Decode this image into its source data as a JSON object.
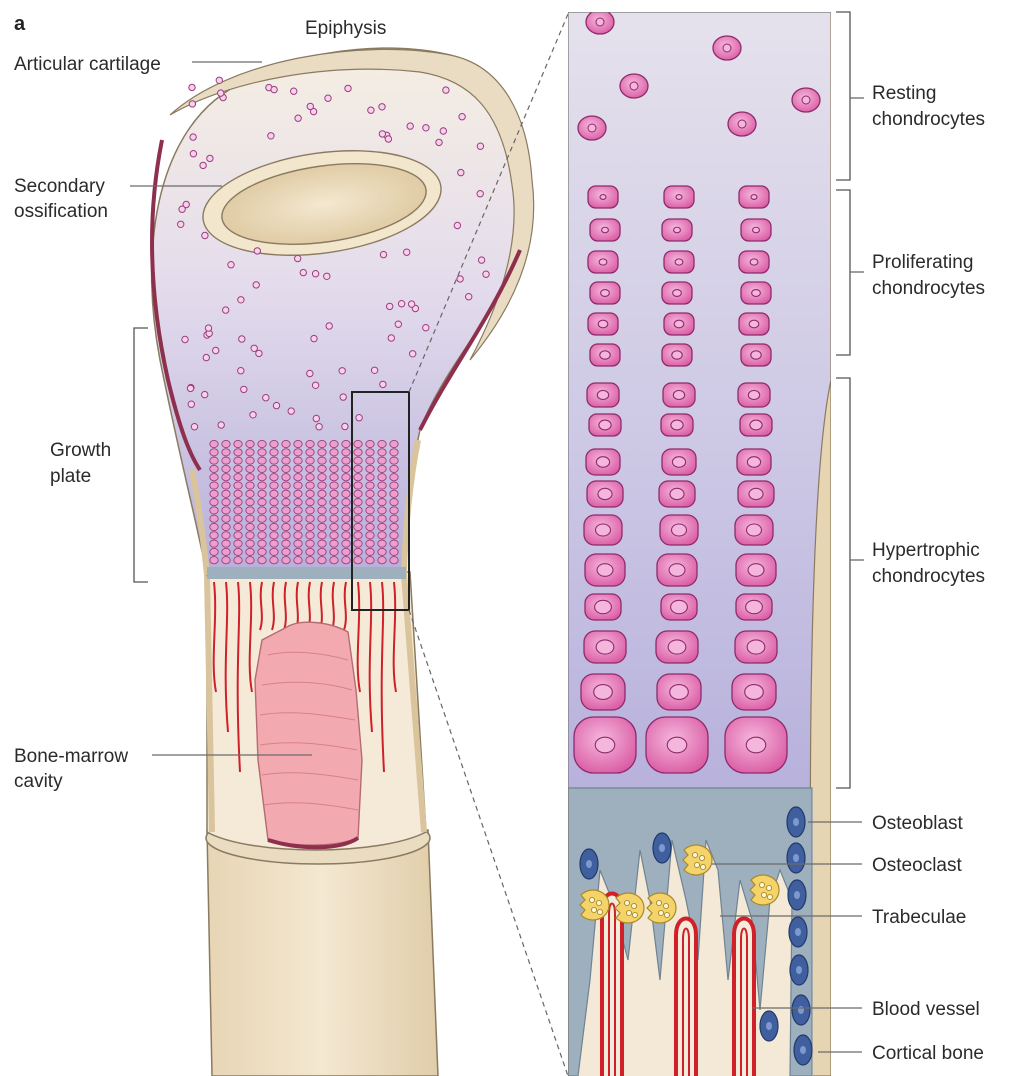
{
  "panel_letter": "a",
  "labels": {
    "epiphysis": "Epiphysis",
    "articular_cartilage": "Articular cartilage",
    "secondary_ossification": [
      "Secondary",
      "ossification"
    ],
    "growth_plate": [
      "Growth",
      "plate"
    ],
    "bone_marrow_cavity": [
      "Bone-marrow",
      "cavity"
    ],
    "resting_chondrocytes": [
      "Resting",
      "chondrocytes"
    ],
    "proliferating_chondrocytes": [
      "Proliferating",
      "chondrocytes"
    ],
    "hypertrophic_chondrocytes": [
      "Hypertrophic",
      "chondrocytes"
    ],
    "osteoblast": "Osteoblast",
    "osteoclast": "Osteoclast",
    "trabeculae": "Trabeculae",
    "blood_vessel": "Blood vessel",
    "cortical_bone": "Cortical bone"
  },
  "colors": {
    "bone": "#f0e2c8",
    "bone_edge": "#8a7a60",
    "cartilage_top": "#f6efe2",
    "cartilage_bottom": "#b9b3dc",
    "chondrocyte": "#e36fb7",
    "chondrocyte_edge": "#8e2a6b",
    "articular_rim": "#8d2f4d",
    "osteoblast": "#3f5f9f",
    "osteoclast": "#f3d36a",
    "trabeculae": "#9eb0bd",
    "vessel": "#d0202a",
    "marrow": "#f2aab0"
  }
}
